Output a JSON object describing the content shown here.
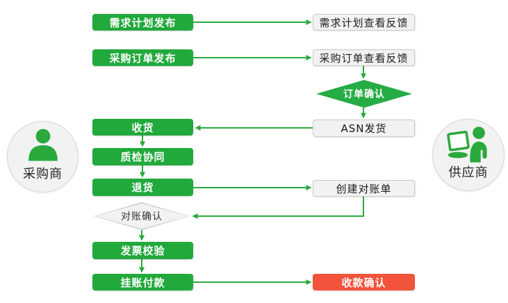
{
  "diagram": {
    "title_hint": "procurement-collaboration-flow",
    "actors": {
      "buyer": "采购商",
      "supplier": "供应商"
    },
    "nodes": {
      "demand_plan_publish": "需求计划发布",
      "demand_plan_feedback": "需求计划查看反馈",
      "po_publish": "采购订单发布",
      "po_feedback": "采购订单查看反馈",
      "order_confirm": "订单确认",
      "asn_ship": "ASN发货",
      "receive_goods": "收货",
      "quality_collab": "质检协同",
      "return_goods": "退货",
      "create_statement": "创建对账单",
      "reconcile_confirm": "对账确认",
      "invoice_check": "发票校验",
      "book_payment": "挂账付款",
      "receipt_confirm": "收款确认"
    },
    "colors": {
      "process_green": "#22a93c",
      "decision_green": "#26ac44",
      "arrow_green": "#2aa93c",
      "highlight_red": "#f1533b",
      "io_fill": "#f2f2f2",
      "io_border": "#c9c9c9"
    }
  }
}
